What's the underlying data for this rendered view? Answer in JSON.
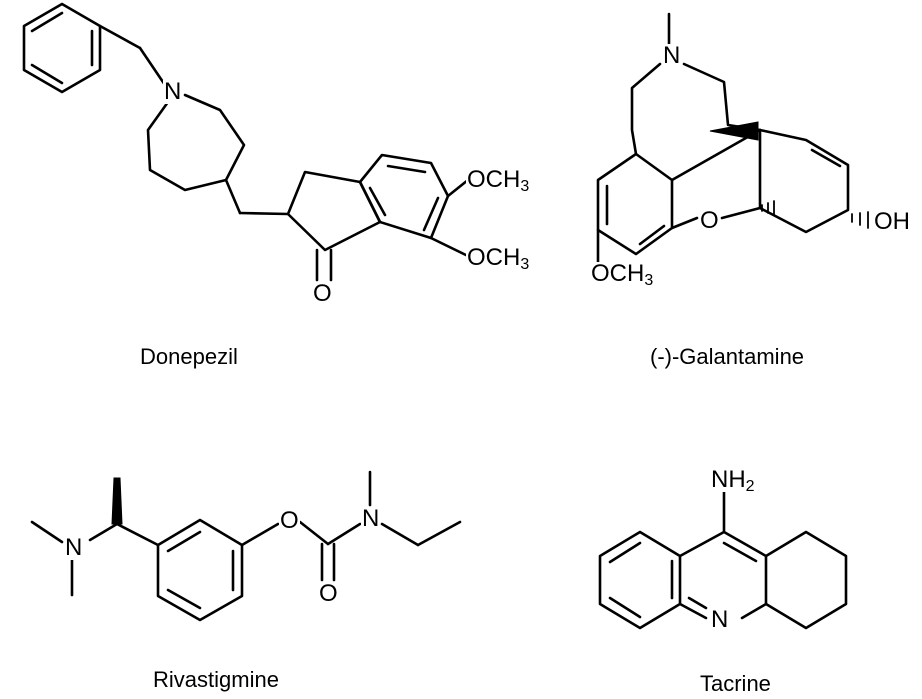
{
  "compounds": {
    "donepezil": {
      "name": "Donepezil",
      "atoms": {
        "n": "N",
        "ome1": "OCH3",
        "ome2": "OCH3",
        "o": "O"
      }
    },
    "galantamine": {
      "name": "(-)-Galantamine",
      "atoms": {
        "n": "N",
        "o": "O",
        "oh": "OH",
        "ome": "OCH3"
      }
    },
    "rivastigmine": {
      "name": "Rivastigmine",
      "atoms": {
        "n1": "N",
        "o1": "O",
        "o2": "O",
        "n2": "N"
      }
    },
    "tacrine": {
      "name": "Tacrine",
      "atoms": {
        "nh2": "NH2",
        "n": "N"
      }
    }
  }
}
